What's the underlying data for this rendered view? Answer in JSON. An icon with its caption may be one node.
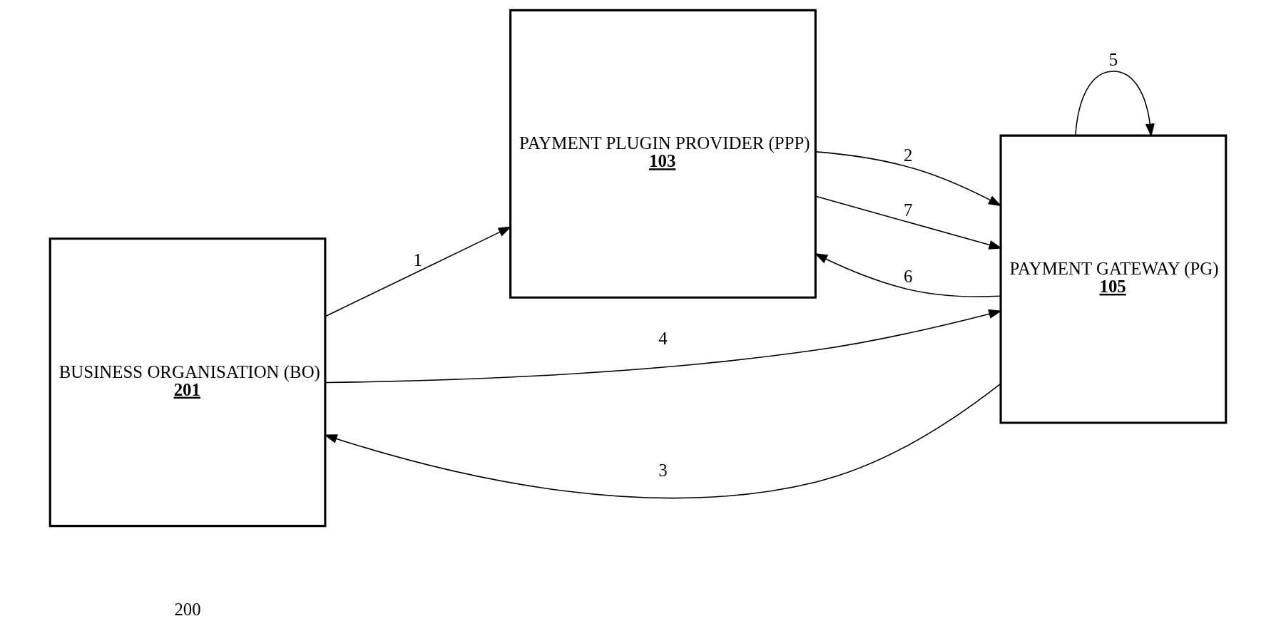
{
  "diagram": {
    "nodes": [
      {
        "text": [
          "BUSINESS ORGANISATION (BO)",
          "201"
        ]
      },
      {
        "text": [
          "PAYMENT PLUGIN PROVIDER (PPP)",
          "103"
        ]
      },
      {
        "text": [
          "PAYMENT GATEWAY (PG)",
          "105"
        ]
      }
    ],
    "edges": [
      {
        "from": 0,
        "to": 1,
        "arrow": "to",
        "label": "1"
      },
      {
        "from": 1,
        "to": 2,
        "arrow": "to",
        "label": "2"
      },
      {
        "from": 2,
        "to": 0,
        "arrow": "to",
        "label": "3"
      },
      {
        "from": 0,
        "to": 2,
        "arrow": "to",
        "label": "4"
      },
      {
        "from": 2,
        "to": 2,
        "arrow": "to",
        "label": "5"
      },
      {
        "from": 2,
        "to": 1,
        "arrow": "to",
        "label": "6"
      },
      {
        "from": 1,
        "to": 2,
        "arrow": "to",
        "label": "7"
      }
    ],
    "labels": [
      "200"
    ]
  }
}
